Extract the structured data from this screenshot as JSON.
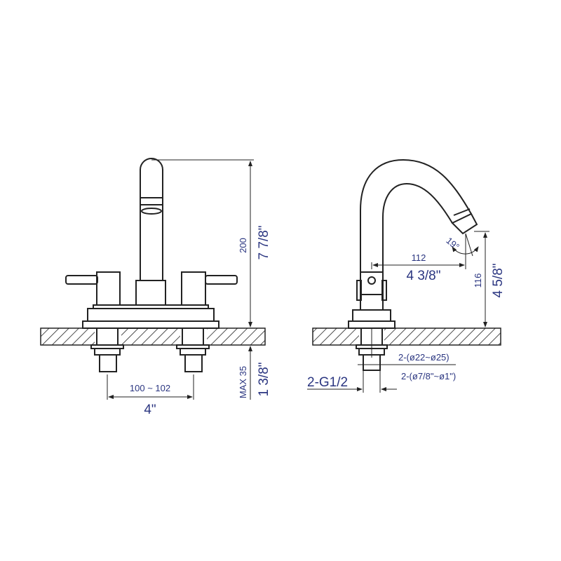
{
  "colors": {
    "dimension_text": "#2a3580",
    "line": "#222222"
  },
  "front_view": {
    "height_mm": "200",
    "height_in": "7 7/8\"",
    "below_mm": "MAX 35",
    "below_in": "1 3/8\"",
    "spacing_mm": "100 ~ 102",
    "spacing_in": "4\""
  },
  "side_view": {
    "reach_mm": "112",
    "reach_in": "4 3/8\"",
    "spout_height_mm": "116",
    "spout_height_in": "4 5/8\"",
    "angle": "19°",
    "hole_mm": "2-(ø22~ø25)",
    "hole_in": "2-(ø7/8\"~ø1\")",
    "thread": "2-G1/2"
  }
}
